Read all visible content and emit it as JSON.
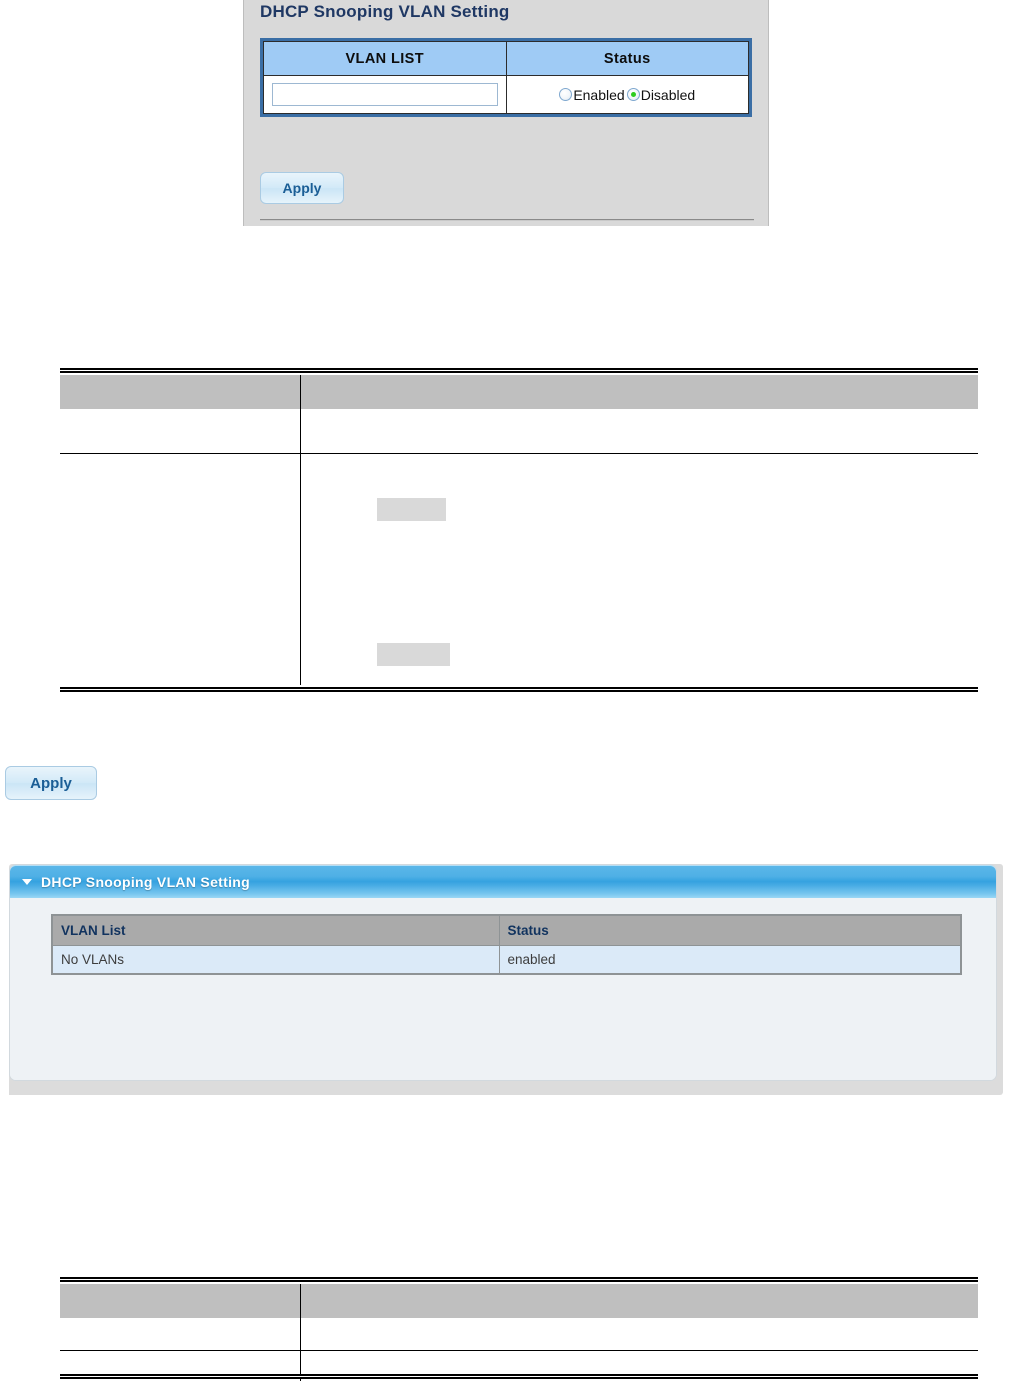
{
  "config_panel": {
    "title": "DHCP Snooping VLAN Setting",
    "columns": {
      "vlan_list": "VLAN LIST",
      "status": "Status"
    },
    "vlan_list_input": {
      "value": "",
      "placeholder": ""
    },
    "status_options": [
      {
        "label": "Enabled",
        "selected": false
      },
      {
        "label": "Disabled",
        "selected": true
      }
    ],
    "apply_label": "Apply"
  },
  "description_table_top": {
    "header": {
      "object": "",
      "description": ""
    },
    "rows": [
      {
        "object": "",
        "description": ""
      },
      {
        "object": "",
        "description": ""
      }
    ]
  },
  "standalone_button": {
    "apply_label": "Apply"
  },
  "status_widget": {
    "header_title": "DHCP Snooping VLAN Setting",
    "collapse_icon": "triangle-down-icon",
    "columns": [
      "VLAN List",
      "Status"
    ],
    "rows": [
      {
        "vlan_list": "No VLANs",
        "status": "enabled"
      }
    ]
  },
  "description_table_bottom": {
    "header": {
      "object": "",
      "description": ""
    },
    "rows": [
      {
        "object": "",
        "description": ""
      },
      {
        "object": "",
        "description": ""
      }
    ]
  },
  "colors": {
    "panel_gray": "#d9d9d9",
    "table_border_blue": "#3a6ea5",
    "header_blue": "#9fcbf5",
    "widget_blue": "#35a2e0",
    "widget_body": "#eef2f5",
    "row_blue": "#dbeaf8",
    "header_gray": "#aaaaaa",
    "doc_header_gray": "#bfbfbf",
    "chip_gray": "#d9d9d9",
    "radio_green": "#2ecc1f",
    "title_navy": "#1f3864"
  }
}
